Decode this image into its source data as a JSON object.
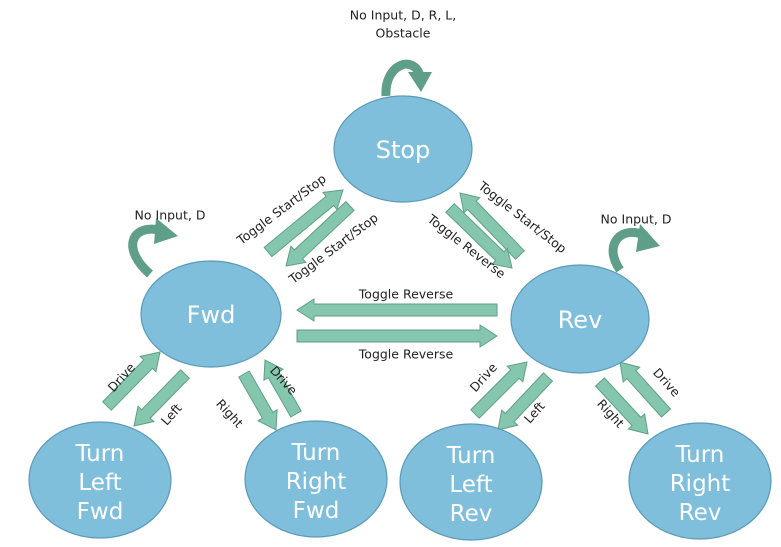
{
  "colors": {
    "node_fill": "#7fbfdc",
    "node_stroke": "#5a9ab8",
    "arrow_fill": "#84c6ae",
    "arrow_stroke": "#5f9f88",
    "loop_fill": "#5f9e88",
    "label_color": "#222222",
    "node_text": "#ffffff"
  },
  "states": {
    "stop": "Stop",
    "fwd": "Fwd",
    "rev": "Rev",
    "turn_left_fwd": [
      "Turn",
      "Left",
      "Fwd"
    ],
    "turn_right_fwd": [
      "Turn",
      "Right",
      "Fwd"
    ],
    "turn_left_rev": [
      "Turn",
      "Left",
      "Rev"
    ],
    "turn_right_rev": [
      "Turn",
      "Right",
      "Rev"
    ]
  },
  "self_loops": {
    "stop": [
      "No Input, D, R, L,",
      "Obstacle"
    ],
    "fwd": "No Input, D",
    "rev": "No Input, D"
  },
  "transitions": {
    "fwd_to_stop": "Toggle Start/Stop",
    "stop_to_fwd": "Toggle Start/Stop",
    "rev_to_stop": "Toggle Start/Stop",
    "stop_to_rev": "Toggle Reverse",
    "rev_to_fwd": "Toggle Reverse",
    "fwd_to_rev": "Toggle Reverse",
    "tlf_to_fwd": "Drive",
    "fwd_to_tlf": "Left",
    "fwd_to_trf": "Right",
    "trf_to_fwd": "Drive",
    "tlr_to_rev": "Drive",
    "rev_to_tlr": "Left",
    "rev_to_trr": "Right",
    "trr_to_rev": "Drive"
  }
}
